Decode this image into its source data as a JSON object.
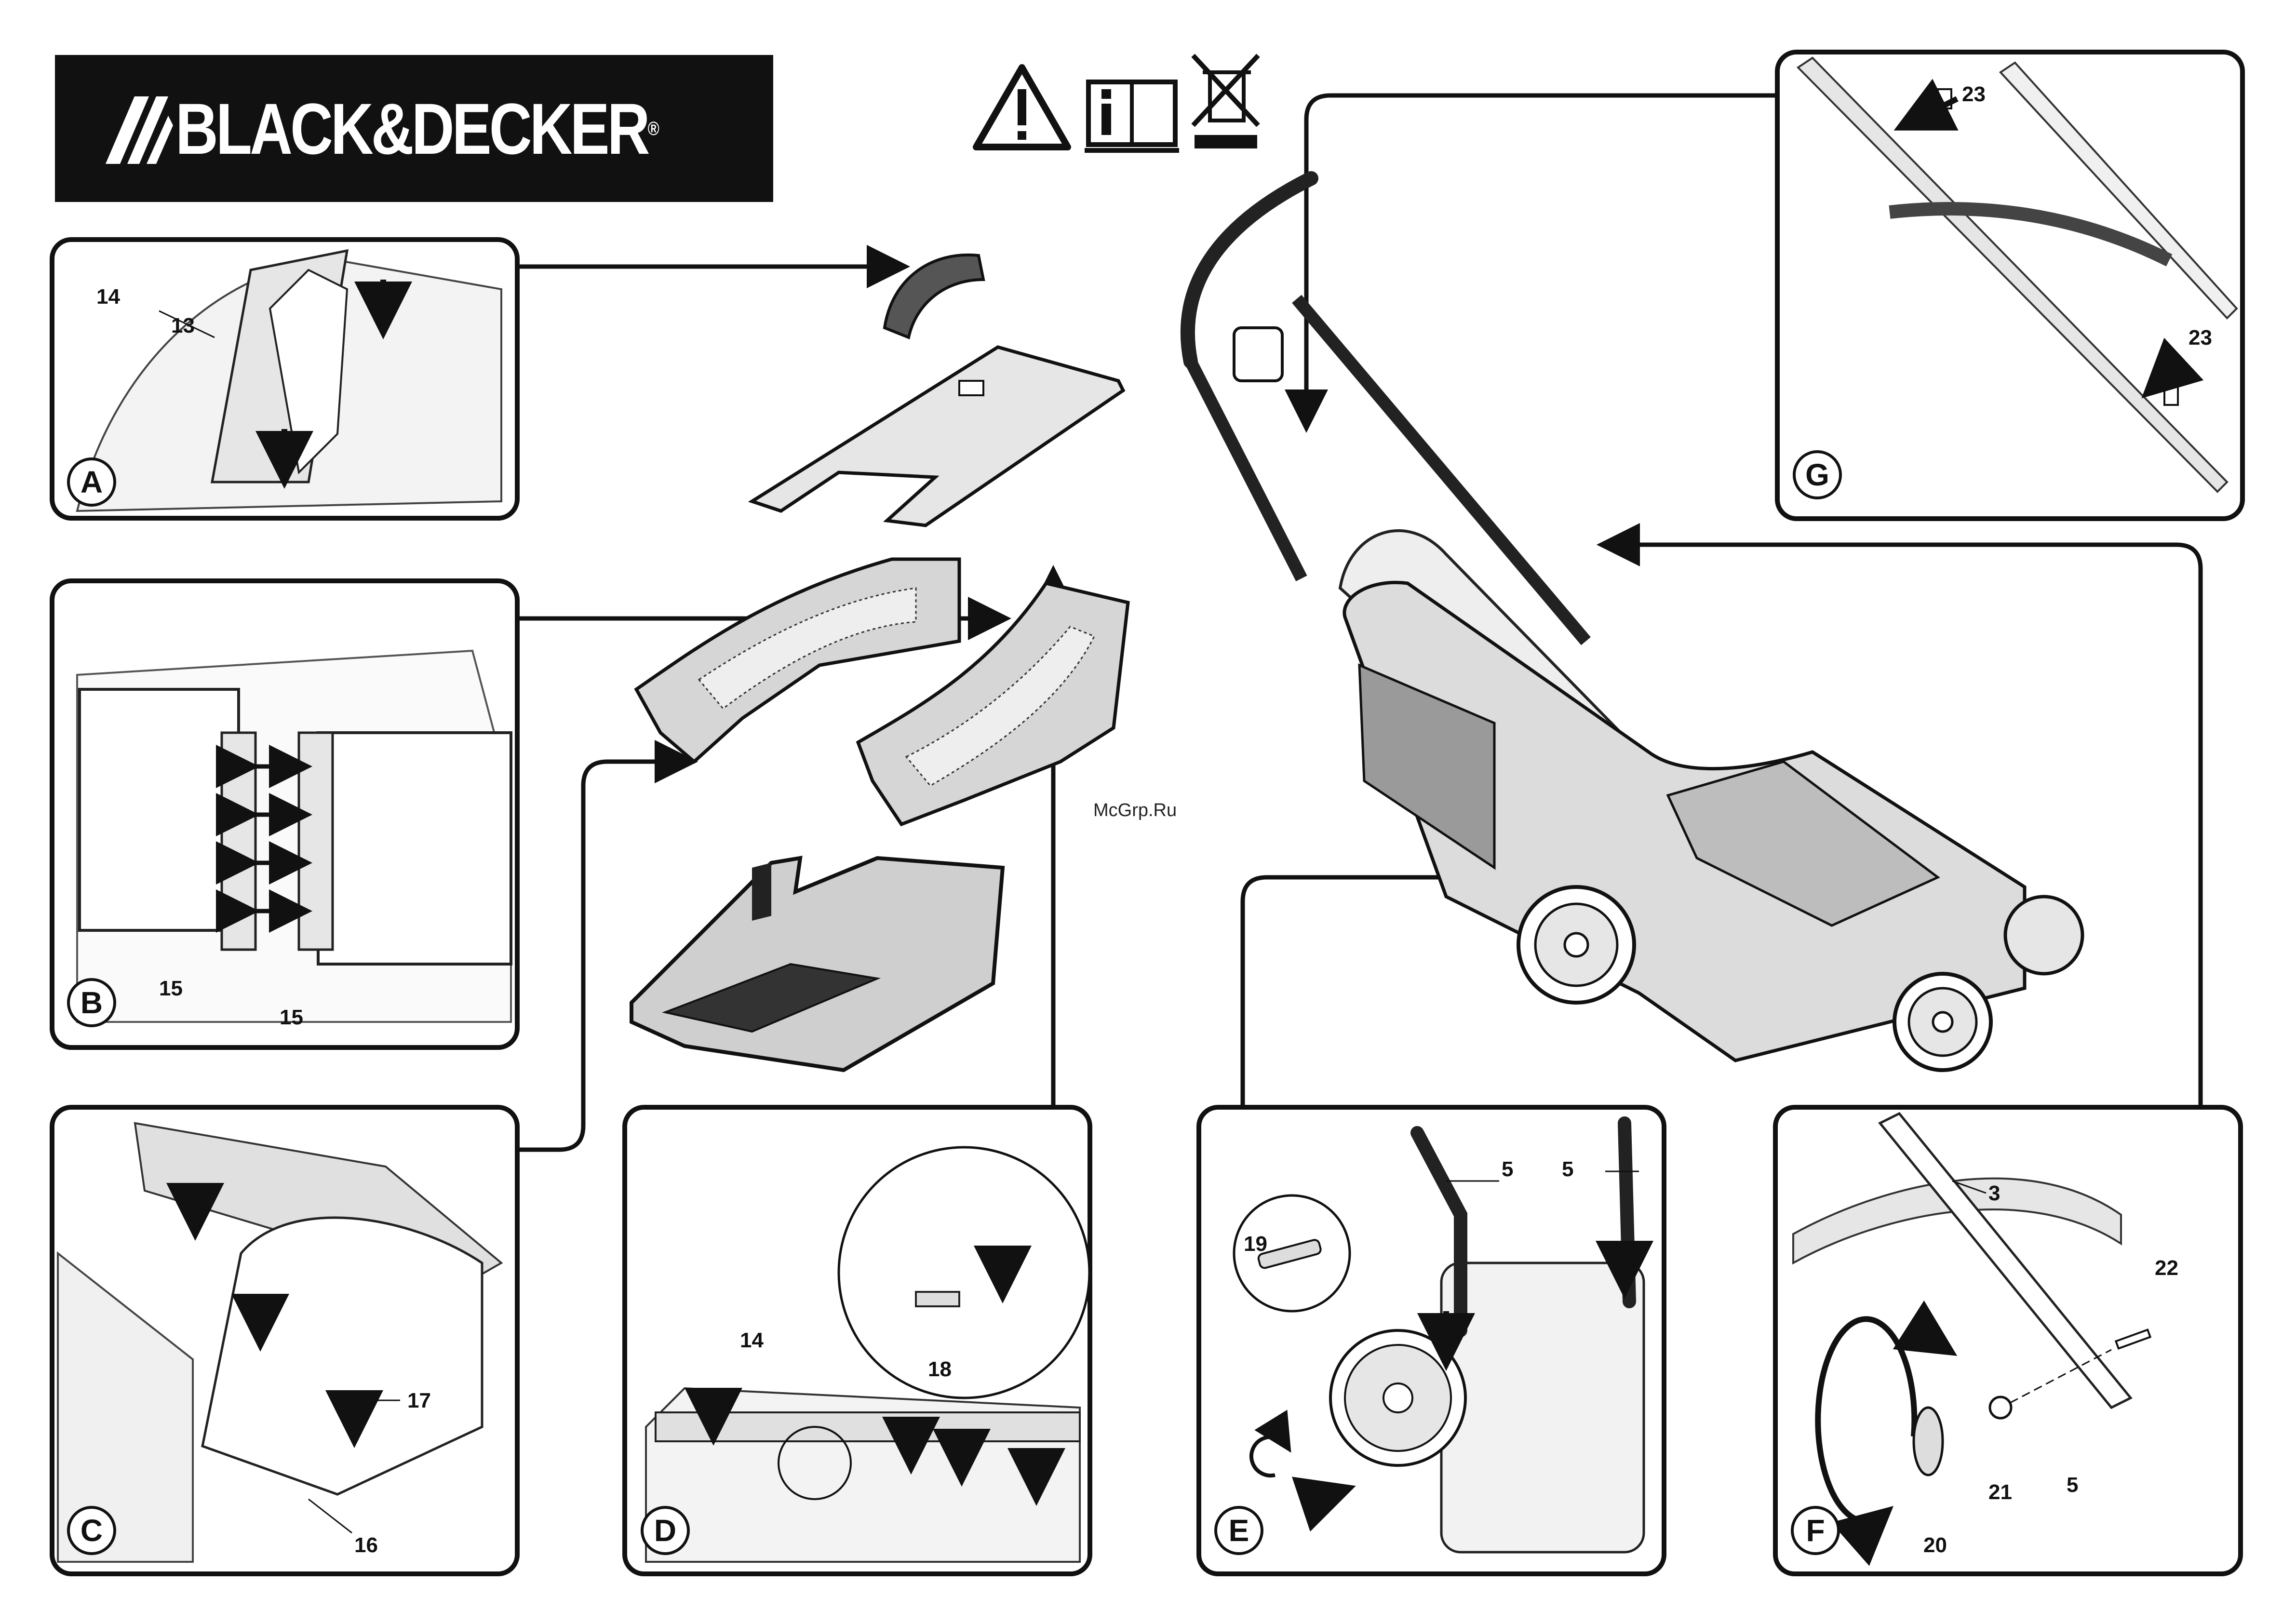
{
  "brand": {
    "name": "BLACK&DECKER",
    "registered": "®"
  },
  "watermark": "McGrp.Ru",
  "header_icons": [
    "warning-triangle-icon",
    "read-manual-icon",
    "weee-crossed-bin-icon"
  ],
  "panels": {
    "A": {
      "letter": "A",
      "callouts": [
        "14",
        "13"
      ]
    },
    "B": {
      "letter": "B",
      "callouts": [
        "15",
        "15"
      ]
    },
    "C": {
      "letter": "C",
      "callouts": [
        "17",
        "16"
      ]
    },
    "D": {
      "letter": "D",
      "callouts": [
        "14",
        "18"
      ]
    },
    "E": {
      "letter": "E",
      "callouts": [
        "5",
        "5",
        "19"
      ]
    },
    "F": {
      "letter": "F",
      "callouts": [
        "3",
        "22",
        "21",
        "5",
        "20"
      ]
    },
    "G": {
      "letter": "G",
      "callouts": [
        "23",
        "23"
      ]
    }
  },
  "colors": {
    "ink": "#111111",
    "light_fill": "#e6e6e6",
    "mid_fill": "#cfcfcf",
    "panel_border": "#111111"
  }
}
